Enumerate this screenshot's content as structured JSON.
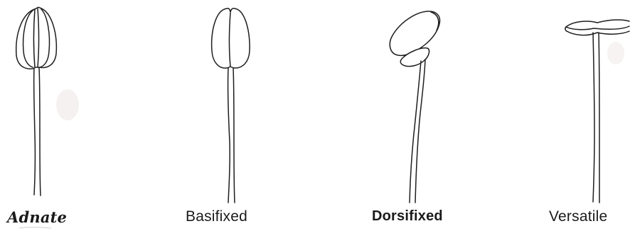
{
  "labels": {
    "adnate": "Adnate",
    "basifixed": "Basifixed",
    "dorsifixed": "Dorsifixed",
    "versatile": "Versatile"
  }
}
